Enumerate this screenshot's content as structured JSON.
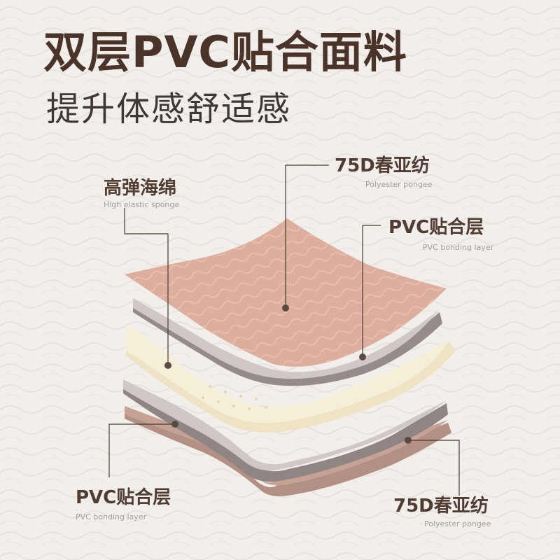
{
  "header": {
    "title": "双层PVC贴合面料",
    "subtitle": "提升体感舒适感"
  },
  "labels": {
    "sponge": {
      "cn": "高弹海绵",
      "en": "High elastic sponge"
    },
    "top_fabric": {
      "cn": "75D春亚纺",
      "en": "Polyester pongee"
    },
    "top_pvc": {
      "cn": "PVC贴合层",
      "en": "PVC bonding layer"
    },
    "bottom_pvc": {
      "cn": "PVC贴合层",
      "en": "PVC bonding layer"
    },
    "bottom_fabric": {
      "cn": "75D春亚纺",
      "en": "Polyester pongee"
    }
  },
  "colors": {
    "background": "#f2eeea",
    "title": "#4a342a",
    "top_fabric": "#dcae9d",
    "pvc_layer": "#c9c1bf",
    "sponge": "#f3ebcf",
    "bottom_fabric": "#c09f92",
    "leader_line": "#4a3b35",
    "dot": "#5b4a42"
  }
}
